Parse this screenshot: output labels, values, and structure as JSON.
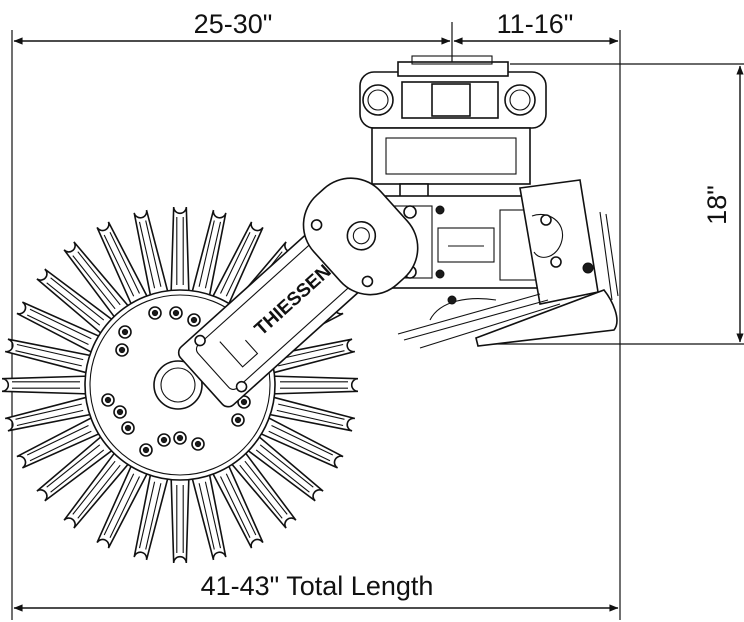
{
  "dimensions": {
    "front_width": "25-30\"",
    "rear_width": "11-16\"",
    "height": "18\"",
    "total_length": "41-43\" Total Length"
  },
  "brand": "THIESSEN"
}
